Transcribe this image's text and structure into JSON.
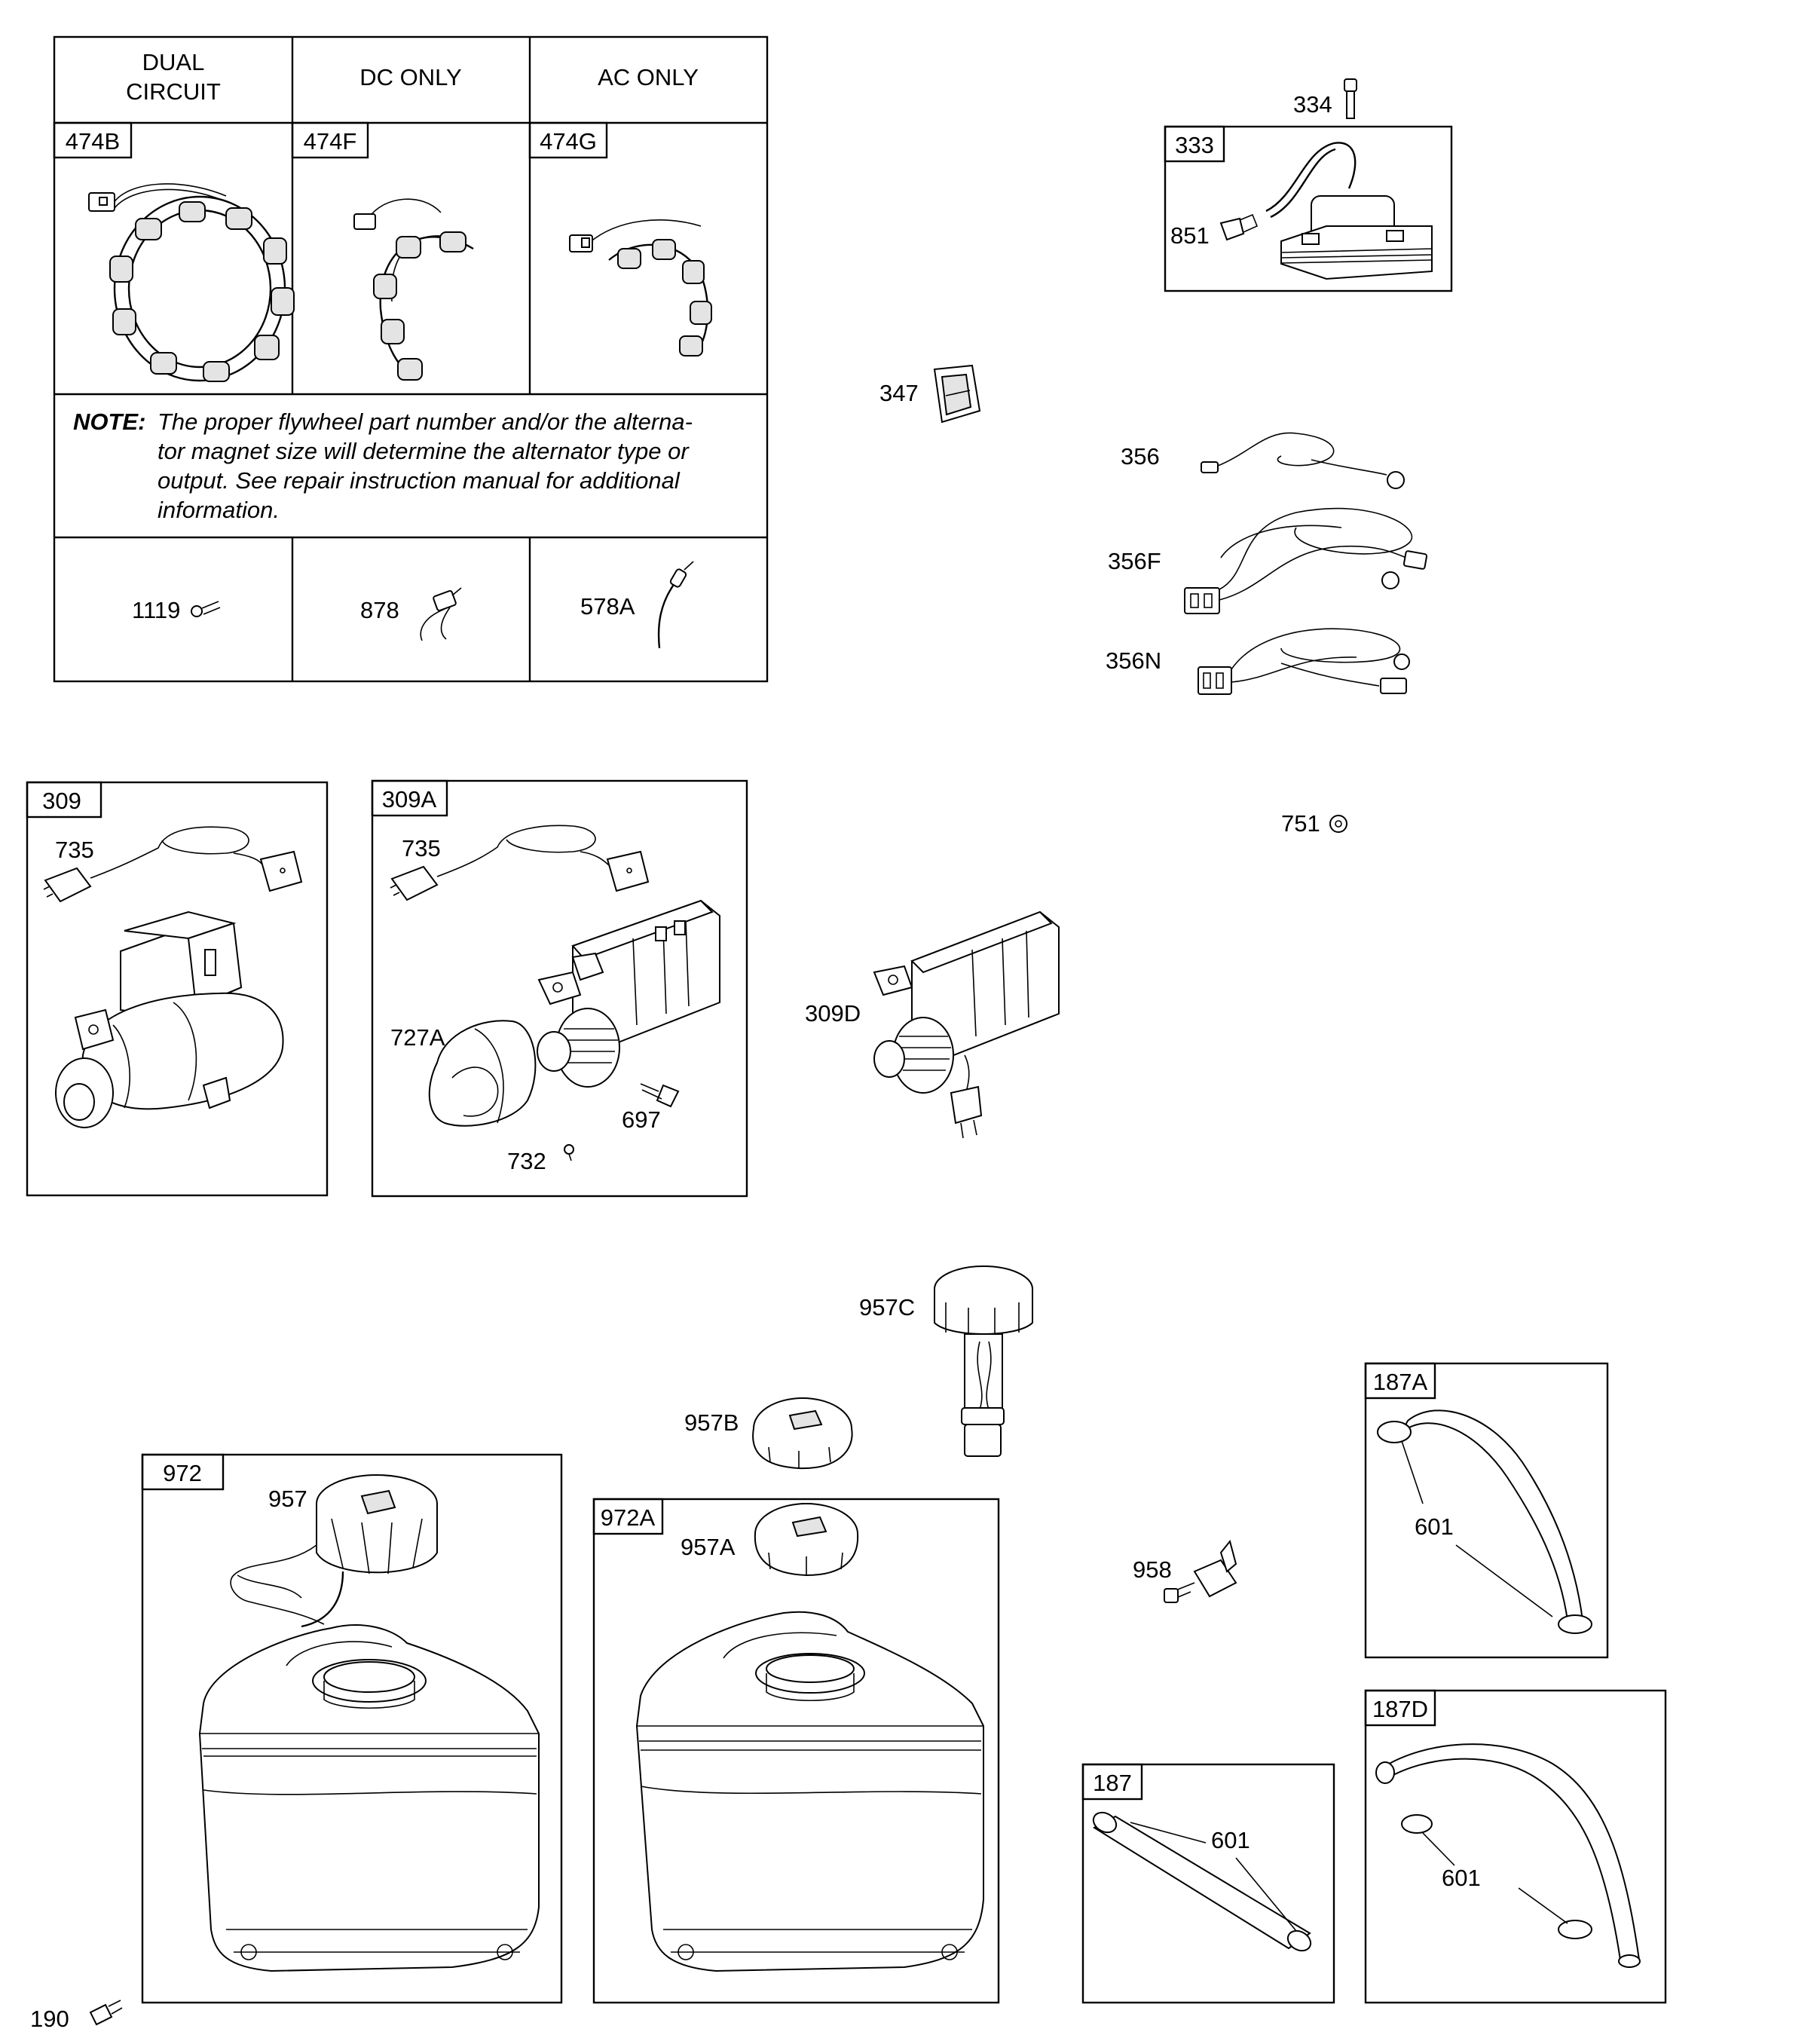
{
  "table": {
    "headers": [
      "DUAL\nCIRCUIT",
      "DC ONLY",
      "AC ONLY"
    ],
    "header_lines": [
      [
        "DUAL",
        "CIRCUIT"
      ],
      [
        "DC ONLY"
      ],
      [
        "AC ONLY"
      ]
    ],
    "alternators": [
      "474B",
      "474F",
      "474G"
    ],
    "note_label": "NOTE:",
    "note_lines": [
      "The proper flywheel part number and/or the alterna-",
      "tor magnet size will determine the alternator type or",
      "output. See repair instruction manual for additional",
      "information."
    ],
    "bottom_parts": [
      "1119",
      "878",
      "578A"
    ]
  },
  "boxes": {
    "b309": {
      "id": "309",
      "parts": [
        "735"
      ]
    },
    "b309a": {
      "id": "309A",
      "parts": [
        "735",
        "727A",
        "697",
        "732"
      ]
    },
    "b333": {
      "id": "333",
      "parts": [
        "851"
      ]
    },
    "b972": {
      "id": "972",
      "parts": [
        "957"
      ]
    },
    "b972a": {
      "id": "972A",
      "parts": [
        "957A"
      ]
    },
    "b187": {
      "id": "187",
      "parts": [
        "601"
      ]
    },
    "b187a": {
      "id": "187A",
      "parts": [
        "601"
      ]
    },
    "b187d": {
      "id": "187D",
      "parts": [
        "601"
      ]
    }
  },
  "loose_parts": {
    "p334": "334",
    "p347": "347",
    "p356": "356",
    "p356f": "356F",
    "p356n": "356N",
    "p751": "751",
    "p309d": "309D",
    "p957c": "957C",
    "p957b": "957B",
    "p958": "958",
    "p190": "190"
  }
}
